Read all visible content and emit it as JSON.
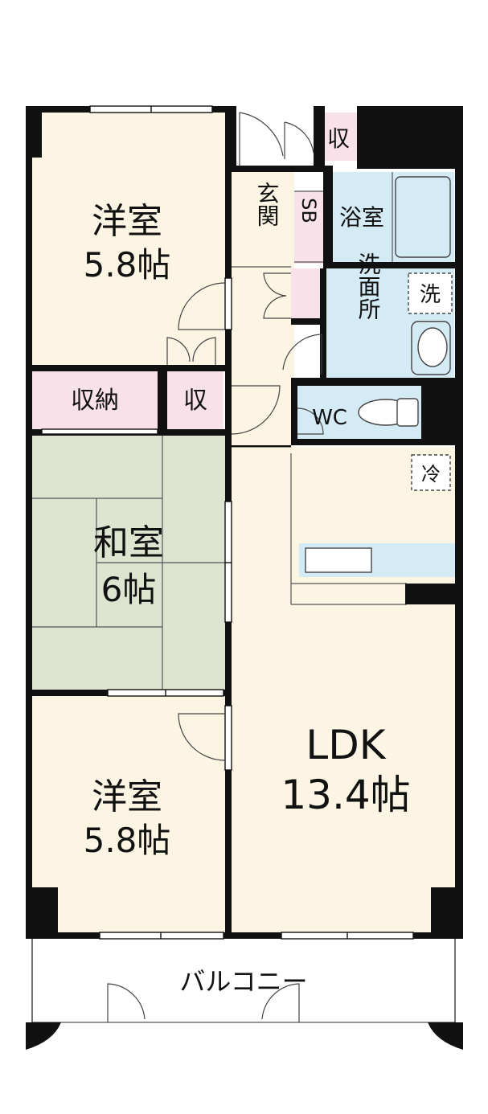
{
  "rooms": {
    "western_top": {
      "name": "洋室",
      "size": "5.8帖"
    },
    "storage_left": {
      "name": "収納"
    },
    "storage_small": {
      "name": "収"
    },
    "japanese": {
      "name": "和室",
      "size": "6帖"
    },
    "western_bottom": {
      "name": "洋室",
      "size": "5.8帖"
    },
    "entrance": {
      "name": "玄関"
    },
    "shoe_box": {
      "name": "SB"
    },
    "storage_top": {
      "name": "収"
    },
    "bath": {
      "name": "浴室"
    },
    "washroom": {
      "name": "洗面所"
    },
    "washer": {
      "name": "洗"
    },
    "wc": {
      "name": "WC"
    },
    "fridge": {
      "name": "冷"
    },
    "ldk": {
      "name": "LDK",
      "size": "13.4帖"
    },
    "balcony": {
      "name": "バルコニー"
    }
  },
  "colors": {
    "wall": "#111111",
    "western_floor": "#fdf5e3",
    "tatami": "#dde4d0",
    "storage": "#f9e1ea",
    "wet_area": "#d4ebf6",
    "line": "#555555"
  }
}
